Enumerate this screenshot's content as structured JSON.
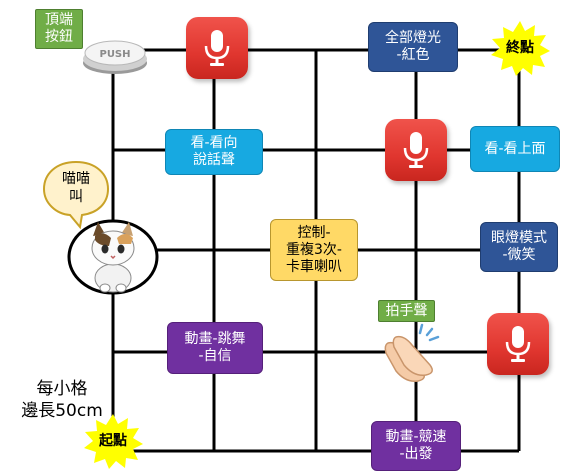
{
  "labels": {
    "top_button": "頂端\n按鈕",
    "push": "PUSH",
    "finish": "終點",
    "start": "起點",
    "all_lights_red": "全部燈光\n-紅色",
    "look_listen_voice": "看-看向\n說話聲",
    "look_up": "看-看上面",
    "meow": "喵喵\n叫",
    "control_repeat": "控制-\n重複3次-\n卡車喇叭",
    "eye_lights": "眼燈模式\n-微笑",
    "clap": "拍手聲",
    "dance": "動畫-跳舞\n-自信",
    "race": "動畫-競速\n-出發",
    "grid_note": "每小格\n邊長50cm"
  },
  "colors": {
    "dark_blue": "#2f5597",
    "light_blue": "#17a9e1",
    "purple": "#7030a0",
    "yellow": "#ffd966",
    "green": "#70ad47",
    "mic_red": "#e0362f",
    "burst_yellow": "#ffff00"
  },
  "icons": [
    "microphone-icon",
    "push-button-icon",
    "cat-icon",
    "clapping-hands-icon",
    "speech-bubble-icon",
    "star-burst-icon"
  ]
}
